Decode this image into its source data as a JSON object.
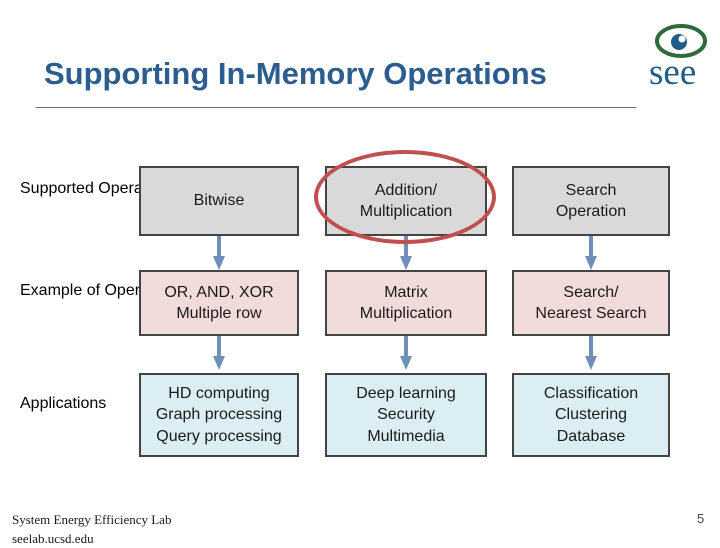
{
  "title": "Supporting In-Memory Operations",
  "logo": {
    "text": "see"
  },
  "rows": [
    {
      "label": "Supported\nOperations",
      "cells": [
        "Bitwise",
        "Addition/\nMultiplication",
        "Search\nOperation"
      ]
    },
    {
      "label": "Example of\nOperations",
      "cells": [
        "OR, AND, XOR\nMultiple row",
        "Matrix\nMultiplication",
        "Search/\nNearest Search"
      ]
    },
    {
      "label": "Applications",
      "cells": [
        "HD computing\nGraph processing\nQuery processing",
        "Deep learning\nSecurity\nMultimedia",
        "Classification\nClustering\nDatabase"
      ]
    }
  ],
  "footer": {
    "text": "System Energy Efficiency Lab\nseelab.ucsd.edu"
  },
  "page_number": "5",
  "colors": {
    "title": "#2c5d8f",
    "row1_fill": "#d9d9d9",
    "row2_fill": "#f2dcdb",
    "row3_fill": "#dbeef4",
    "arrow": "#6d8fb8",
    "highlight_oval": "#c0504d"
  }
}
